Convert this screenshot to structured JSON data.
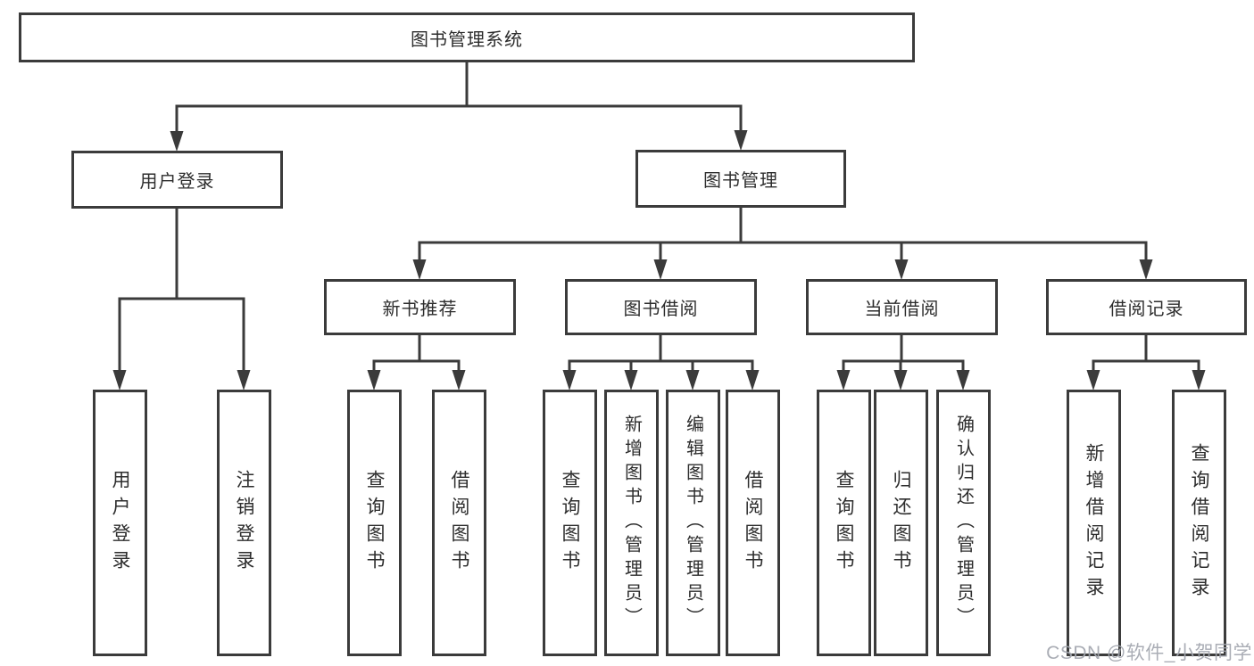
{
  "diagram": {
    "tree": {
      "label": "图书管理系统",
      "children": [
        {
          "label": "用户登录",
          "children": [
            {
              "label": "用户登录"
            },
            {
              "label": "注销登录"
            }
          ]
        },
        {
          "label": "图书管理",
          "children": [
            {
              "label": "新书推荐",
              "children": [
                {
                  "label": "查询图书"
                },
                {
                  "label": "借阅图书"
                }
              ]
            },
            {
              "label": "图书借阅",
              "children": [
                {
                  "label": "查询图书"
                },
                {
                  "label": "新增图书（管理员）"
                },
                {
                  "label": "编辑图书（管理员）"
                },
                {
                  "label": "借阅图书"
                }
              ]
            },
            {
              "label": "当前借阅",
              "children": [
                {
                  "label": "查询图书"
                },
                {
                  "label": "归还图书"
                },
                {
                  "label": "确认归还（管理员）"
                }
              ]
            },
            {
              "label": "借阅记录",
              "children": [
                {
                  "label": "新增借阅记录"
                },
                {
                  "label": "查询借阅记录"
                }
              ]
            }
          ]
        }
      ]
    },
    "colors": {
      "line": "#3b3b3b",
      "box_border": "#3b3b3b",
      "text": "#2d2d2d",
      "watermark": "#a3a7af",
      "background": "#ffffff"
    }
  },
  "watermark": {
    "text": "CSDN @软件_小贺同学"
  }
}
